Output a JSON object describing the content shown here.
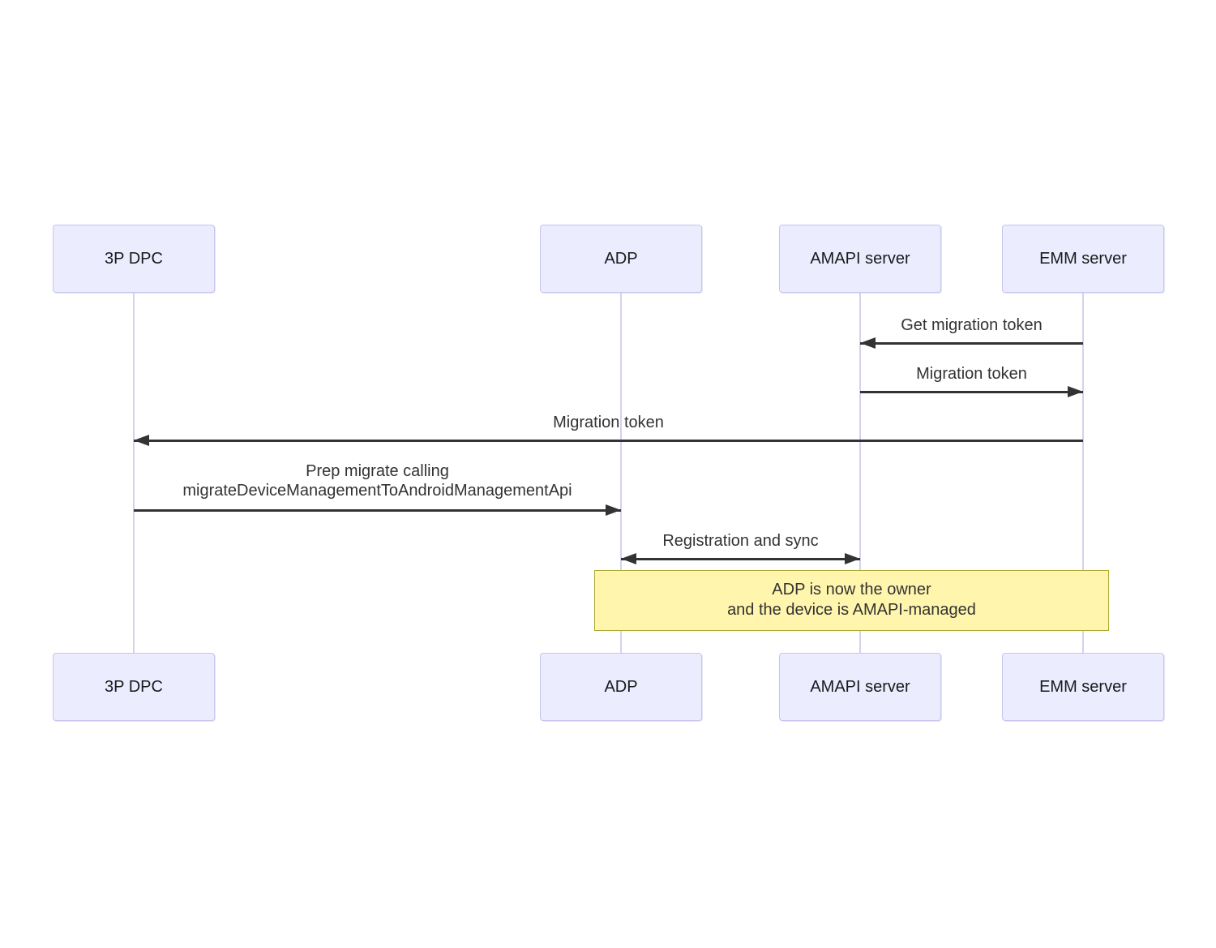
{
  "diagram": {
    "type": "sequence",
    "actors": [
      {
        "id": "3p-dpc",
        "label": "3P DPC"
      },
      {
        "id": "adp",
        "label": "ADP"
      },
      {
        "id": "amapi-server",
        "label": "AMAPI server"
      },
      {
        "id": "emm-server",
        "label": "EMM server"
      }
    ],
    "messages": [
      {
        "from": "EMM server",
        "to": "AMAPI server",
        "arrow": "solid-left",
        "lines": [
          "Get migration token"
        ]
      },
      {
        "from": "AMAPI server",
        "to": "EMM server",
        "arrow": "solid-right",
        "lines": [
          "Migration token"
        ]
      },
      {
        "from": "EMM server",
        "to": "3P DPC",
        "arrow": "solid-left",
        "lines": [
          "Migration token"
        ]
      },
      {
        "from": "3P DPC",
        "to": "ADP",
        "arrow": "solid-right",
        "lines": [
          "Prep migrate calling",
          "migrateDeviceManagementToAndroidManagementApi"
        ]
      },
      {
        "from": "ADP",
        "to": "AMAPI server",
        "arrow": "solid-both",
        "lines": [
          "Registration and sync"
        ]
      }
    ],
    "note": {
      "over": "ADP, EMM server",
      "lines": [
        "ADP is now the owner",
        "and the device is AMAPI-managed"
      ]
    },
    "colors": {
      "actor_fill": "#ECECFF",
      "actor_border": "#C8C4F0",
      "lifeline": "#D5D2EC",
      "arrow": "#333333",
      "text": "#333333",
      "note_fill": "#FFF5AD",
      "note_border": "#AAAA33"
    }
  }
}
